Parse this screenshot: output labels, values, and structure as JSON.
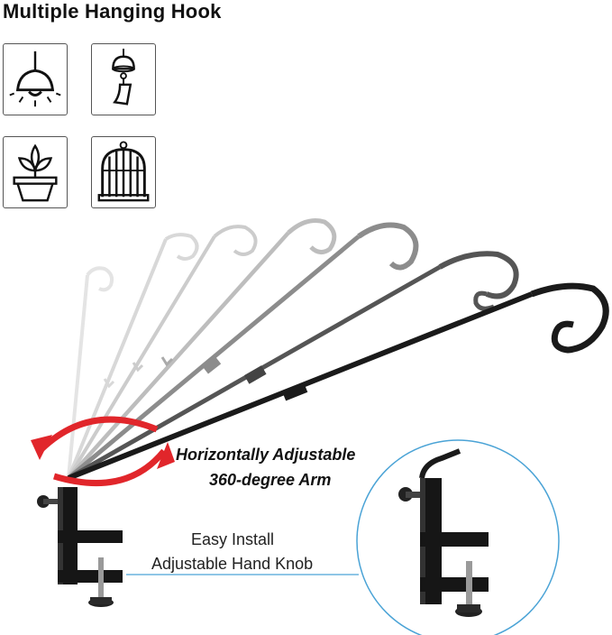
{
  "title": "Multiple Hanging Hook",
  "icons": [
    {
      "name": "pendant-lamp-icon"
    },
    {
      "name": "wind-chime-icon"
    },
    {
      "name": "potted-plant-icon"
    },
    {
      "name": "bird-cage-icon"
    }
  ],
  "arm_caption": {
    "line1": "Horizontally Adjustable",
    "line2": "360-degree Arm"
  },
  "install_caption": {
    "line1": "Easy Install",
    "line2": "Adjustable Hand Knob"
  },
  "colors": {
    "rotation_arrow": "#e1262b",
    "hook_dark": "#1a1a1a",
    "callout_line": "#4aa3d6"
  }
}
